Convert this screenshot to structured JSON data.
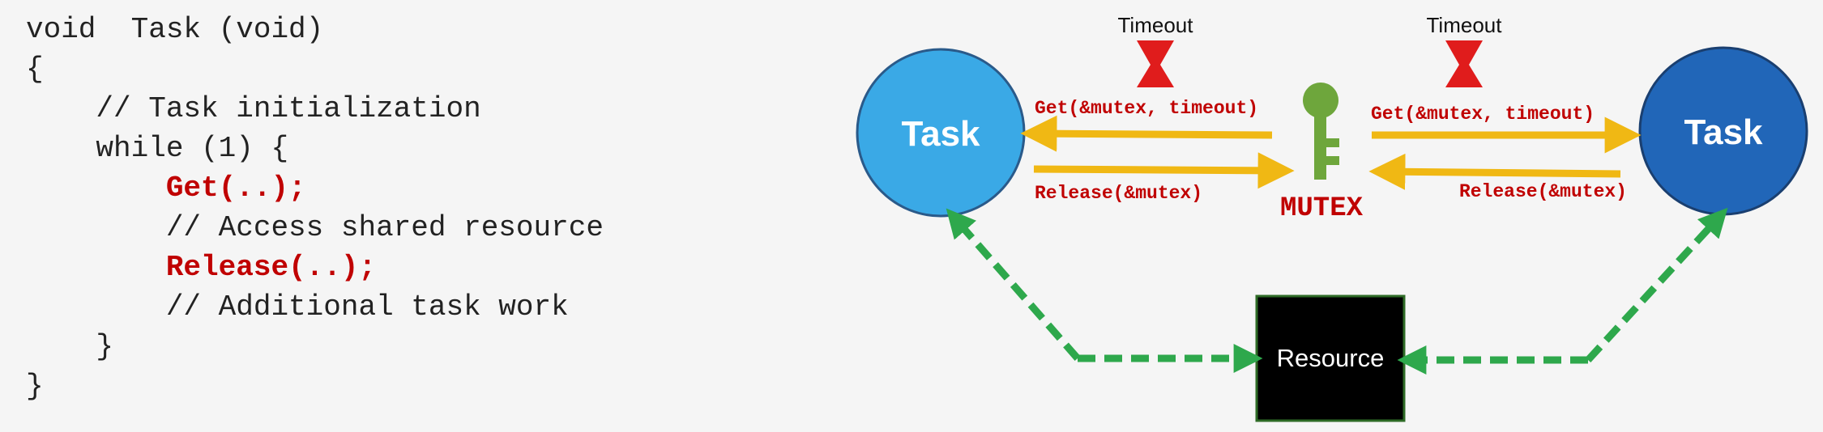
{
  "code": {
    "lines": [
      "void  Task (void)",
      "{",
      "    // Task initialization",
      "    while (1) {",
      "        Get(..);",
      "        // Access shared resource",
      "        Release(..);",
      "        // Additional task work",
      "    }",
      "}"
    ]
  },
  "diagram": {
    "left_task": {
      "label": "Task",
      "color": "#3aa9e6"
    },
    "right_task": {
      "label": "Task",
      "color": "#2166b8"
    },
    "left_timeout": "Timeout",
    "right_timeout": "Timeout",
    "left_get": "Get(&mutex, timeout)",
    "left_release": "Release(&mutex)",
    "right_get": "Get(&mutex, timeout)",
    "right_release": "Release(&mutex)",
    "mutex_label": "MUTEX",
    "resource_label": "Resource",
    "colors": {
      "arrow": "#f0b814",
      "hourglass": "#e01c1c",
      "key": "#6ea63c",
      "dashed": "#2ea84c",
      "text_red": "#c00000"
    }
  }
}
